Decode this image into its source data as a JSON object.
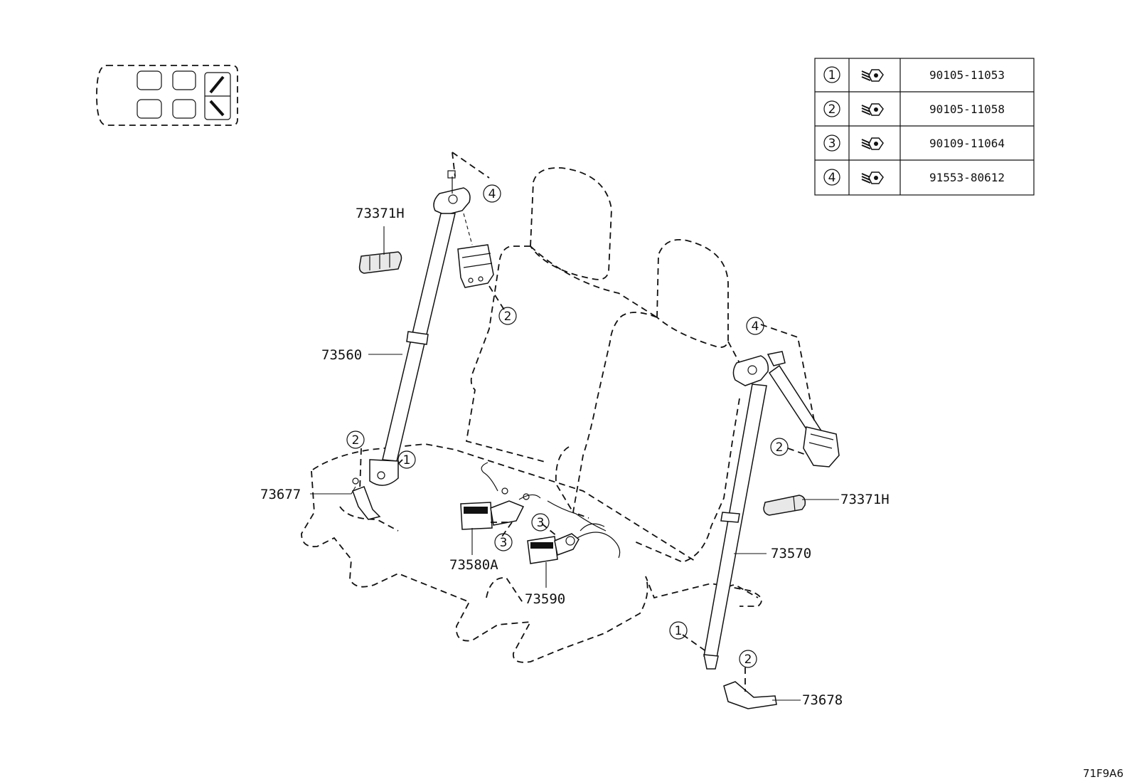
{
  "diagram_code": "71F9A6",
  "part_labels": [
    {
      "id": "p1",
      "text": "73371H"
    },
    {
      "id": "p2",
      "text": "73560"
    },
    {
      "id": "p3",
      "text": "73677"
    },
    {
      "id": "p4",
      "text": "73580A"
    },
    {
      "id": "p5",
      "text": "73590"
    },
    {
      "id": "p6",
      "text": "73371H"
    },
    {
      "id": "p7",
      "text": "73570"
    },
    {
      "id": "p8",
      "text": "73678"
    }
  ],
  "callouts": [
    {
      "id": "c1",
      "num": "4"
    },
    {
      "id": "c2",
      "num": "2"
    },
    {
      "id": "c3",
      "num": "2"
    },
    {
      "id": "c4",
      "num": "1"
    },
    {
      "id": "c5",
      "num": "3"
    },
    {
      "id": "c6",
      "num": "3"
    },
    {
      "id": "c7",
      "num": "4"
    },
    {
      "id": "c8",
      "num": "2"
    },
    {
      "id": "c9",
      "num": "1"
    },
    {
      "id": "c10",
      "num": "2"
    }
  ],
  "fastener_table": [
    {
      "num": "1",
      "part_no": "90105-11053"
    },
    {
      "num": "2",
      "part_no": "90105-11058"
    },
    {
      "num": "3",
      "part_no": "90109-11064"
    },
    {
      "num": "4",
      "part_no": "91553-80612"
    }
  ]
}
